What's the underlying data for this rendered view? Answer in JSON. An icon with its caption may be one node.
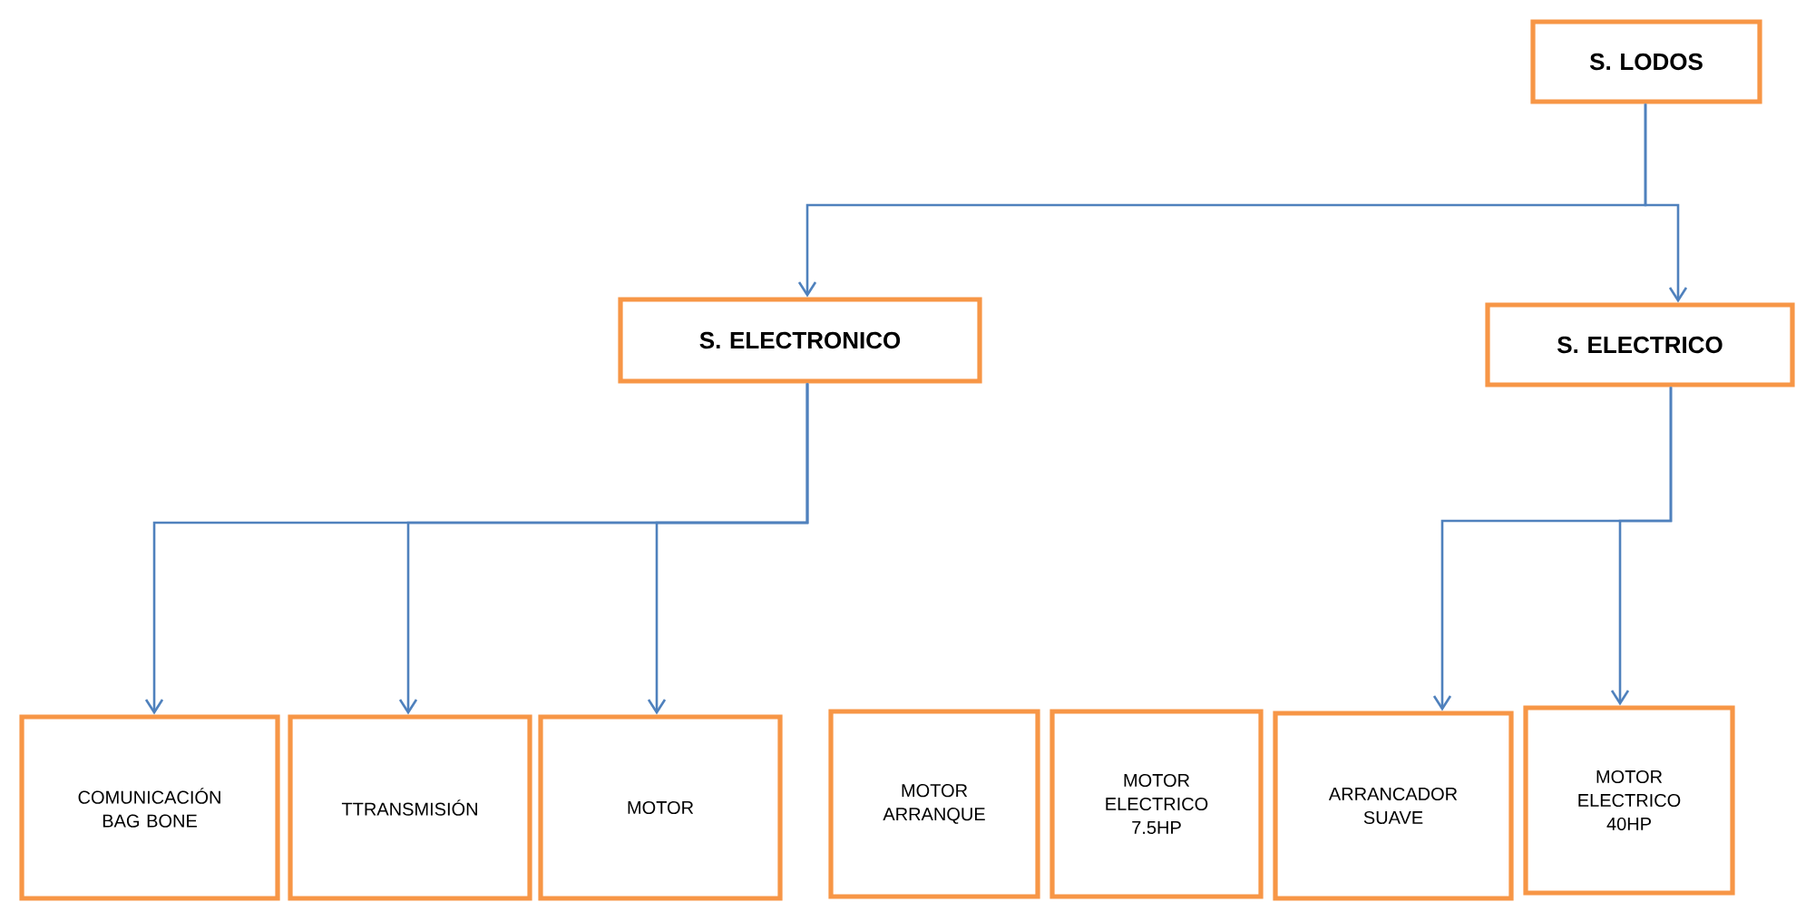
{
  "diagram": {
    "nodes": [
      {
        "text": [
          "S. LODOS"
        ]
      },
      {
        "text": [
          "S. ELECTRONICO"
        ]
      },
      {
        "text": [
          "S. ELECTRICO"
        ]
      },
      {
        "text": [
          "COMUNICACIÓN BAG BONE"
        ]
      },
      {
        "text": [
          "TTRANSMISIÓN"
        ]
      },
      {
        "text": [
          "MOTOR"
        ]
      },
      {
        "text": [
          "MOTOR ARRANQUE"
        ]
      },
      {
        "text": [
          "MOTOR ELECTRICO 7.5HP"
        ]
      },
      {
        "text": [
          "ARRANCADOR SUAVE"
        ]
      },
      {
        "text": [
          "MOTOR ELECTRICO 40HP"
        ]
      }
    ],
    "edges": [
      {
        "from": 0,
        "to": 1,
        "arrow": "to"
      },
      {
        "from": 0,
        "to": 2,
        "arrow": "to"
      },
      {
        "from": 1,
        "to": 3,
        "arrow": "to"
      },
      {
        "from": 1,
        "to": 4,
        "arrow": "to"
      },
      {
        "from": 1,
        "to": 5,
        "arrow": "to"
      },
      {
        "from": 2,
        "to": 8,
        "arrow": "to"
      },
      {
        "from": 2,
        "to": 9,
        "arrow": "to"
      }
    ]
  }
}
